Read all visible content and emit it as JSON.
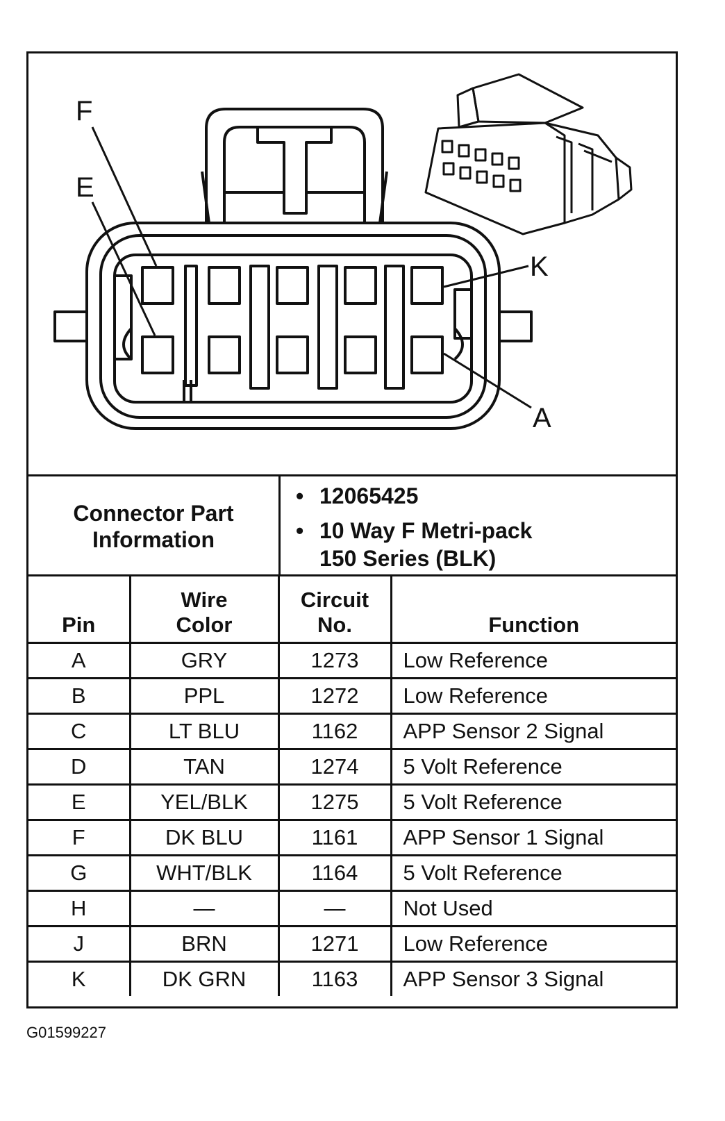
{
  "pin_labels": {
    "f": "F",
    "e": "E",
    "k": "K",
    "a": "A"
  },
  "connector_info": {
    "label_line1": "Connector Part",
    "label_line2": "Information",
    "part_number": "12065425",
    "description_line1": "10 Way F Metri-pack",
    "description_line2": "150 Series (BLK)"
  },
  "table": {
    "headers": {
      "pin": "Pin",
      "wire_color_line1": "Wire",
      "wire_color_line2": "Color",
      "circuit_line1": "Circuit",
      "circuit_line2": "No.",
      "function": "Function"
    },
    "rows": [
      {
        "pin": "A",
        "wire": "GRY",
        "circuit": "1273",
        "function": "Low Reference"
      },
      {
        "pin": "B",
        "wire": "PPL",
        "circuit": "1272",
        "function": "Low Reference"
      },
      {
        "pin": "C",
        "wire": "LT BLU",
        "circuit": "1162",
        "function": "APP Sensor 2 Signal"
      },
      {
        "pin": "D",
        "wire": "TAN",
        "circuit": "1274",
        "function": "5 Volt Reference"
      },
      {
        "pin": "E",
        "wire": "YEL/BLK",
        "circuit": "1275",
        "function": "5 Volt Reference"
      },
      {
        "pin": "F",
        "wire": "DK BLU",
        "circuit": "1161",
        "function": "APP Sensor 1 Signal"
      },
      {
        "pin": "G",
        "wire": "WHT/BLK",
        "circuit": "1164",
        "function": "5 Volt Reference"
      },
      {
        "pin": "H",
        "wire": "—",
        "circuit": "—",
        "function": "Not Used"
      },
      {
        "pin": "J",
        "wire": "BRN",
        "circuit": "1271",
        "function": "Low Reference"
      },
      {
        "pin": "K",
        "wire": "DK GRN",
        "circuit": "1163",
        "function": "APP Sensor 3 Signal"
      }
    ]
  },
  "figure_id": "G01599227"
}
